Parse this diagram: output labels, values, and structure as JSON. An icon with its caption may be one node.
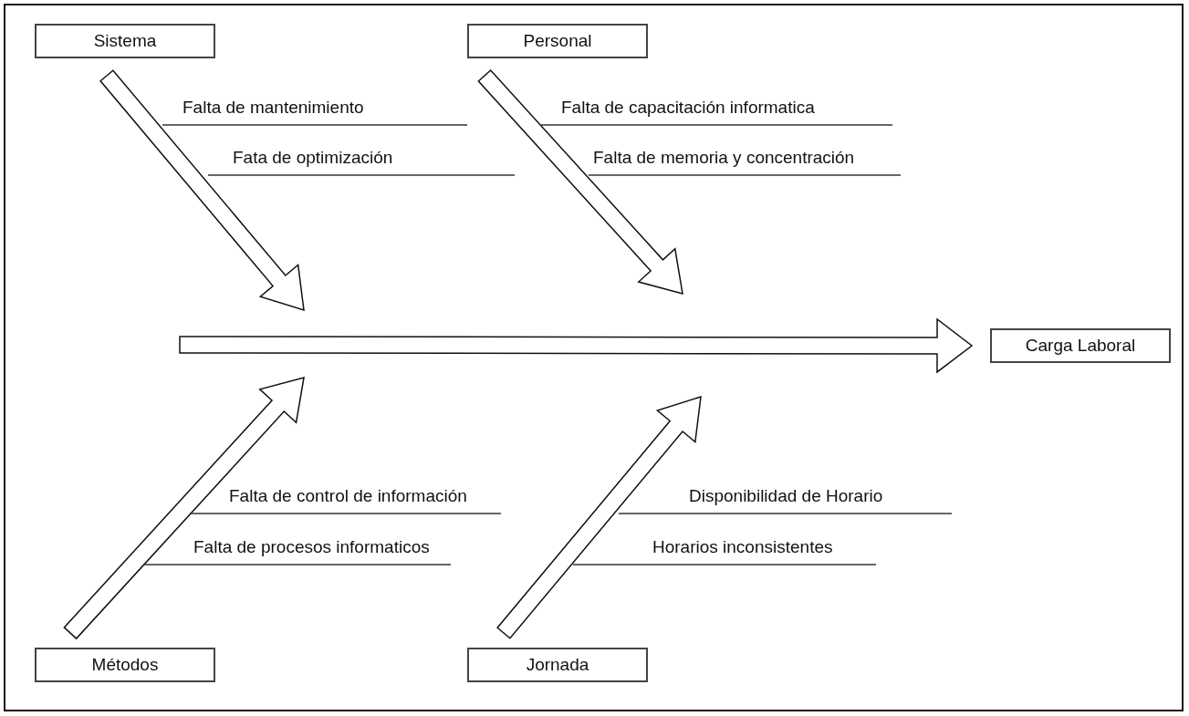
{
  "diagram": {
    "nodes": [
      {
        "text": [
          "Sistema"
        ]
      },
      {
        "text": [
          "Personal"
        ]
      },
      {
        "text": [
          "Métodos"
        ]
      },
      {
        "text": [
          "Jornada"
        ]
      },
      {
        "text": [
          "Carga Laboral"
        ]
      }
    ],
    "edges": [
      {
        "from": 0,
        "to": null,
        "arrow": "to"
      },
      {
        "from": 1,
        "to": null,
        "arrow": "to"
      },
      {
        "from": 2,
        "to": null,
        "arrow": "to"
      },
      {
        "from": 3,
        "to": null,
        "arrow": "to"
      },
      {
        "from": null,
        "to": 4,
        "arrow": "to"
      }
    ],
    "labels": [
      "Falta de mantenimiento",
      "Falta de capacitación informatica",
      "Fata de optimización",
      "Falta de memoria y concentración",
      "Falta de control de información",
      "Disponibilidad de Horario",
      "Falta de procesos informaticos",
      "Horarios inconsistentes"
    ]
  }
}
